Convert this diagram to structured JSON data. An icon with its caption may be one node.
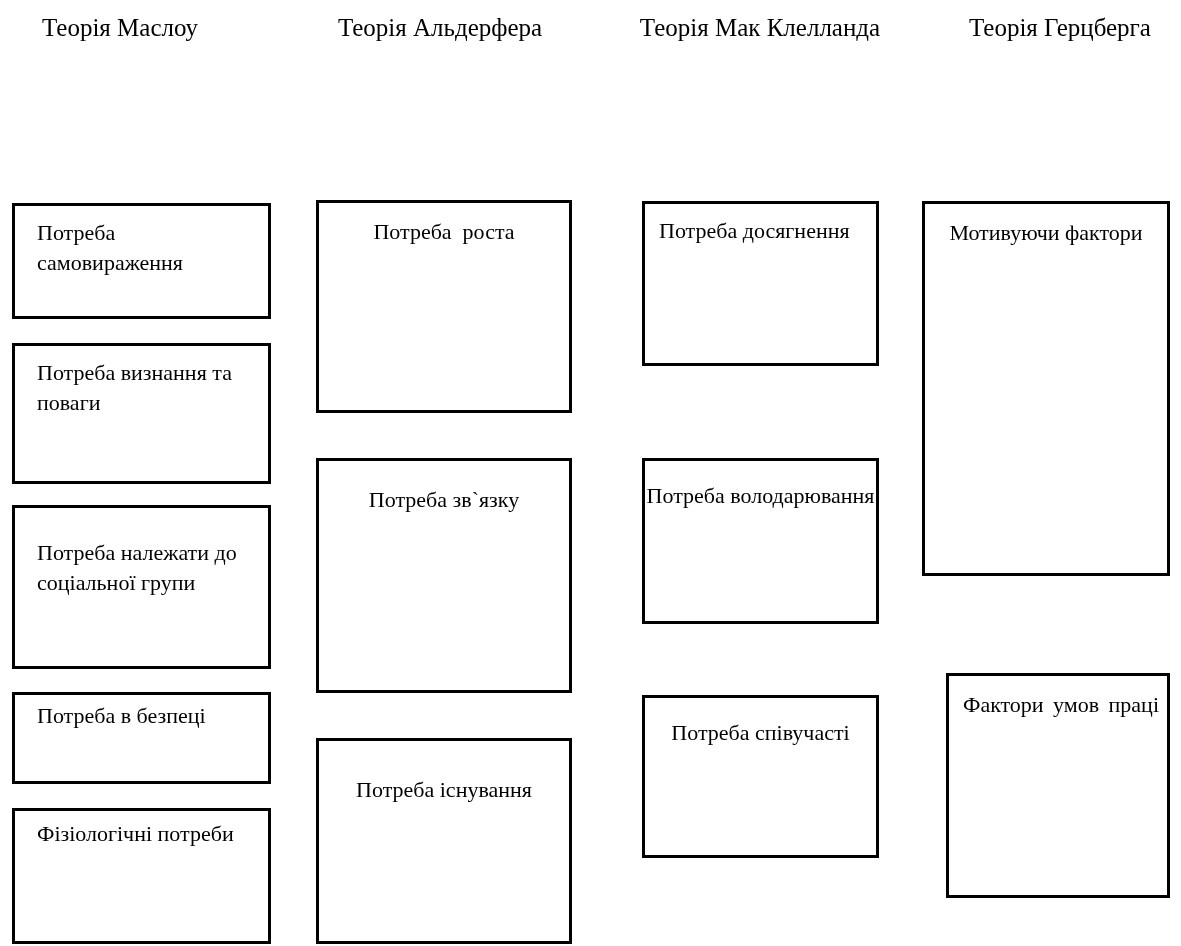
{
  "diagram": {
    "nodes": [
      {
        "text": [
          "Потреба самовираження"
        ]
      },
      {
        "text": [
          "Потреба визнання та поваги"
        ]
      },
      {
        "text": [
          "Потреба належати до соціальної групи"
        ]
      },
      {
        "text": [
          "Потреба в безпеці"
        ]
      },
      {
        "text": [
          "Фізіологічні потреби"
        ]
      },
      {
        "text": [
          "Потреба  роста"
        ]
      },
      {
        "text": [
          "Потреба зв`язку"
        ]
      },
      {
        "text": [
          "Потреба існування"
        ]
      },
      {
        "text": [
          "Потреба досягнення"
        ]
      },
      {
        "text": [
          "Потреба володарювання"
        ]
      },
      {
        "text": [
          "Потреба співучасті"
        ]
      },
      {
        "text": [
          "Мотивуючи фактори"
        ]
      },
      {
        "text": [
          "Фактори умов праці"
        ]
      }
    ],
    "labels": [
      "Теорія Маслоу",
      "Теорія Альдерфера",
      "Теорія Мак Клелланда",
      "Теорія Герцберга"
    ]
  }
}
